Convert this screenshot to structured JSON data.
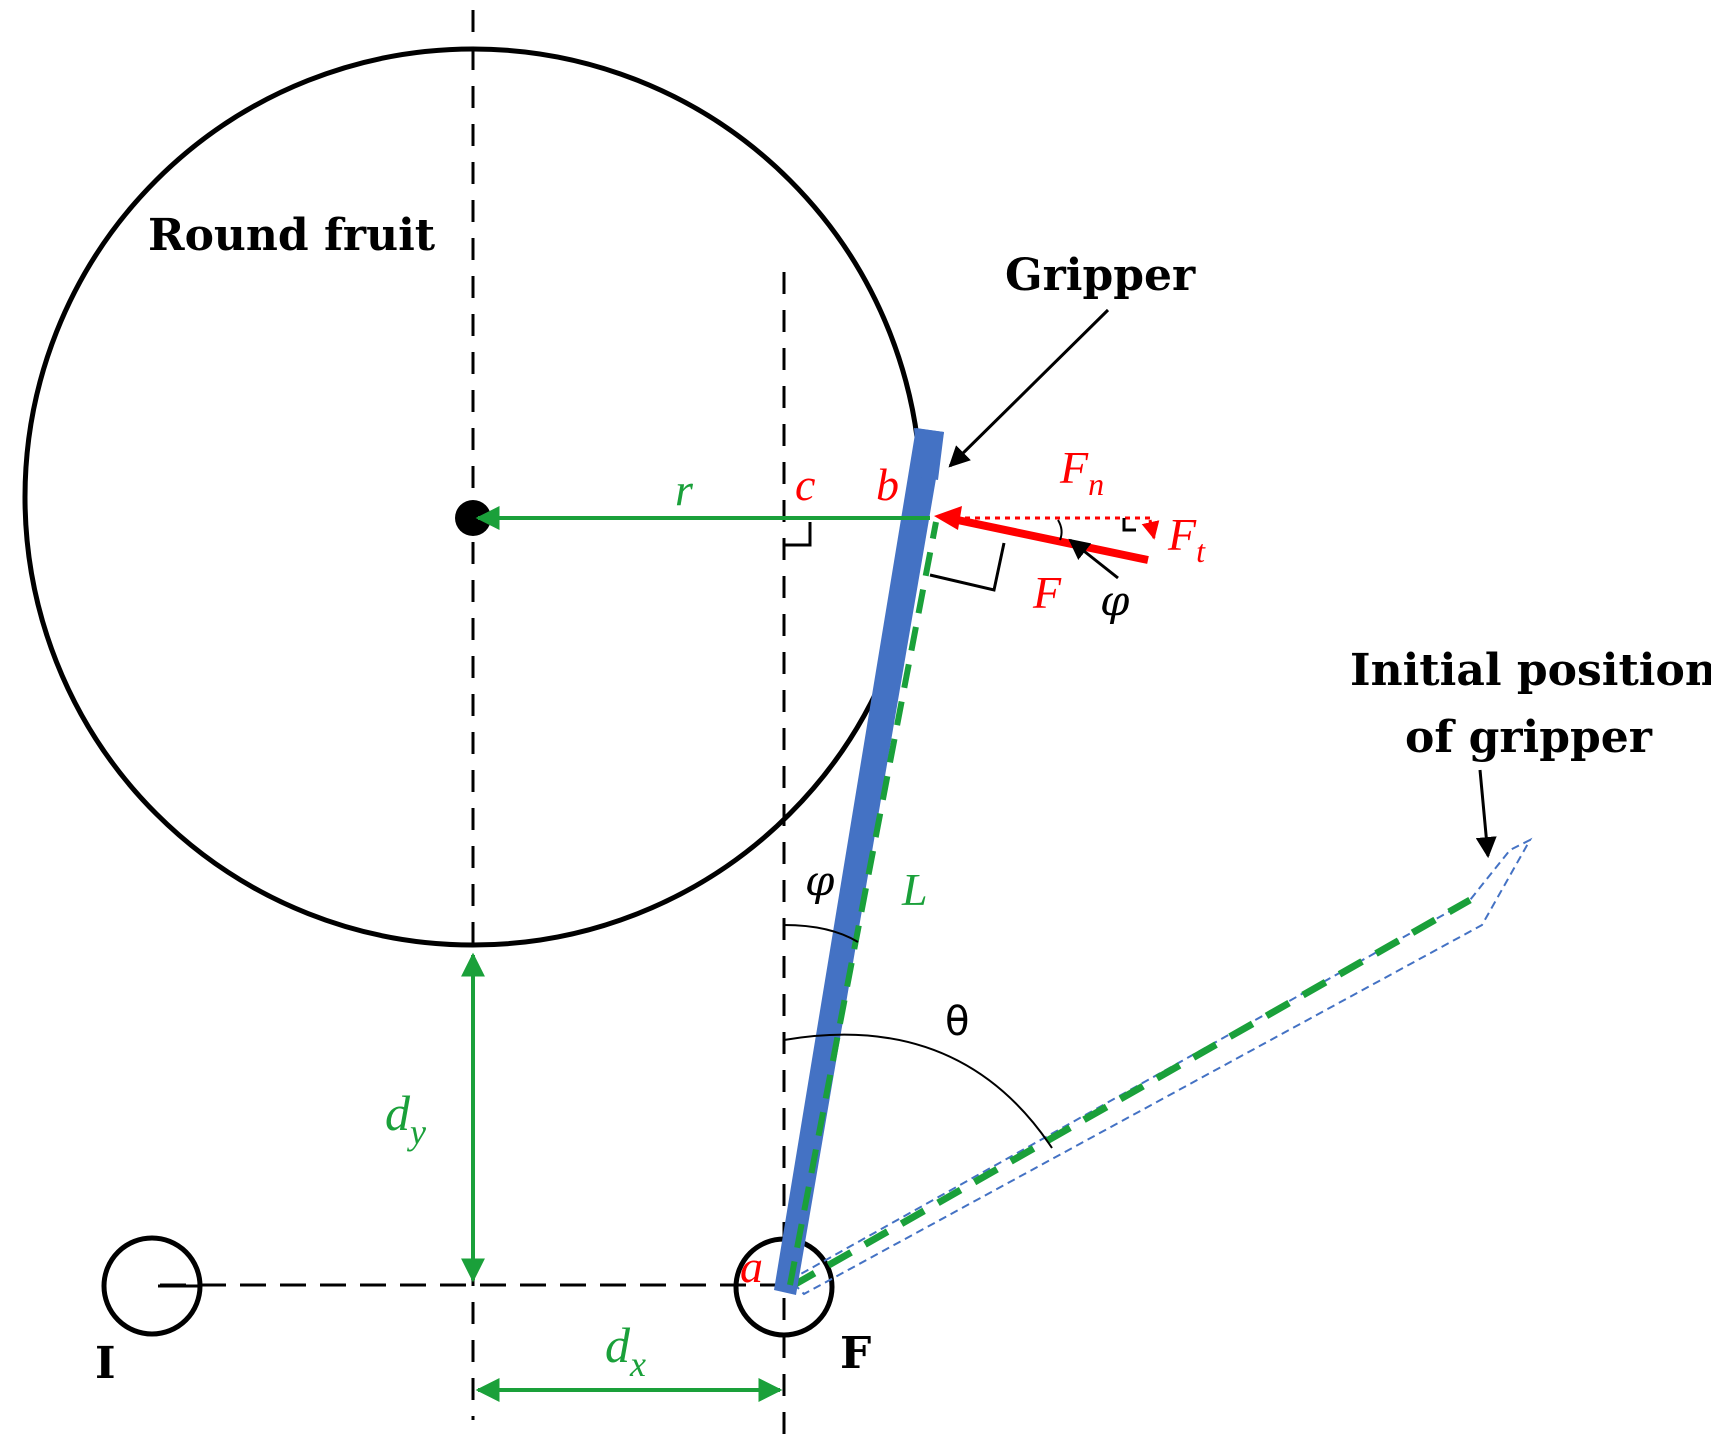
{
  "labels": {
    "fruit": "Round fruit",
    "gripper": "Gripper",
    "initial_line1": "Initial position",
    "initial_line2": "of gripper",
    "I": "I",
    "F_point": "F"
  },
  "symbols": {
    "r": "r",
    "c": "c",
    "b": "b",
    "a": "a",
    "L": "L",
    "phi": "φ",
    "theta": "θ",
    "F": "F",
    "Fn_main": "F",
    "Fn_sub": "n",
    "Ft_main": "F",
    "Ft_sub": "t",
    "dx_main": "d",
    "dx_sub": "x",
    "dy_main": "d",
    "dy_sub": "y"
  },
  "colors": {
    "outline": "#000000",
    "dimension": "#1aa03a",
    "force": "#ff0000",
    "gripper": "#4472c4"
  }
}
